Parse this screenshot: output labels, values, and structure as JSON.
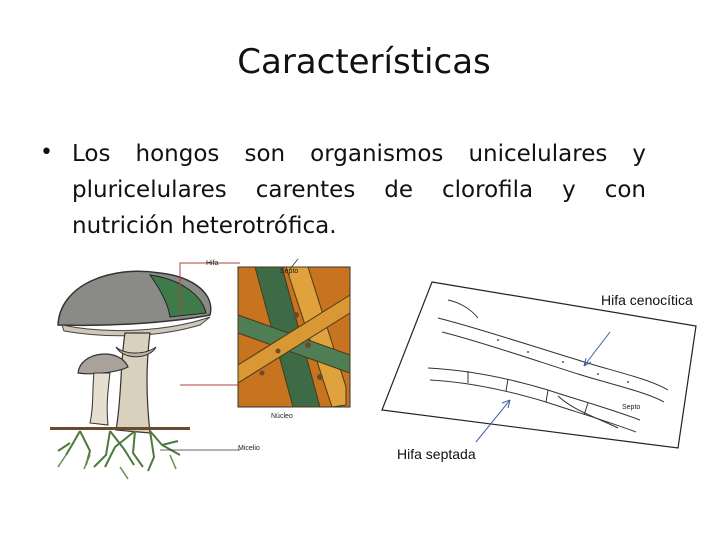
{
  "slide": {
    "title": "Características",
    "bullet": "Los hongos son organismos unicelulares y pluricelulares carentes de clorofila y con nutrición heterotrófica."
  },
  "figure_left": {
    "labels": {
      "hifa": "Hifa",
      "septo": "Septo",
      "nucleo": "Núcleo",
      "micelio": "Micelio"
    }
  },
  "figure_right": {
    "labels": {
      "hifa_cenocitica": "Hifa cenocítica",
      "hifa_septada": "Hifa septada",
      "septo": "Septo"
    }
  }
}
